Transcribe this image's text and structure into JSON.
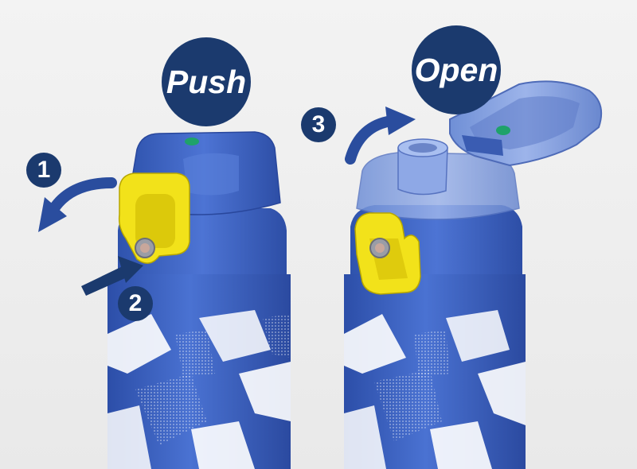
{
  "labels": {
    "push": "Push",
    "open": "Open"
  },
  "steps": [
    "1",
    "2",
    "3"
  ],
  "colors": {
    "bottle_blue": "#3d62c0",
    "lid_blue": "#3c5fb8",
    "bubble_navy": "#1b3a6e",
    "latch_yellow": "#f2e21a",
    "button_green": "#1fa26a",
    "background": "#eeeeee"
  }
}
